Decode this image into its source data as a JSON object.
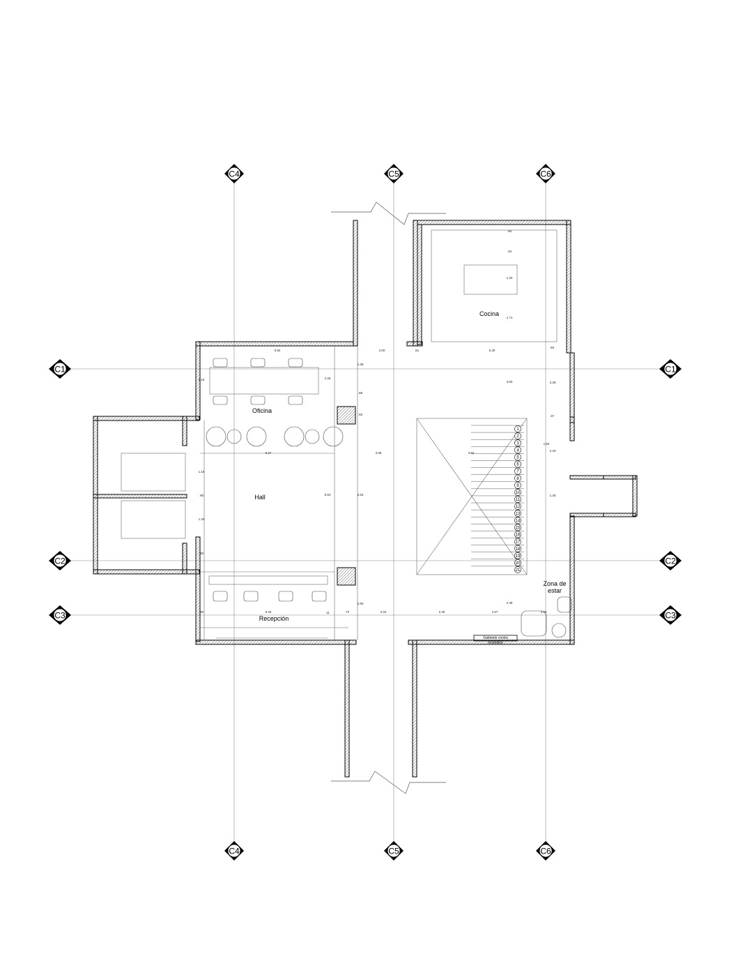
{
  "axes": {
    "vertical": [
      "C4",
      "C5",
      "C6"
    ],
    "horizontal": [
      "C1",
      "C2",
      "C3"
    ]
  },
  "rooms": {
    "cocina": "Cocina",
    "oficina": "Oficina",
    "hall": "Hall",
    "recepcion": "Recepción",
    "zona_estar_1": "Zona de",
    "zona_estar_2": "estar",
    "gabinete_1": "Gabinete contra",
    "gabinete_2": "incendios"
  },
  "dimensions": {
    "oficina_width": "5.92",
    "top_200": "2.00",
    "top_051": ".51",
    "top_530": "5.30",
    "top_060": ".60",
    "hall_527": "5.27",
    "hall_308": "3.08",
    "hall_362": "3.62",
    "right_184": "1.84",
    "right_219": "2.19",
    "right_125": "1.25",
    "right_229": "2.29",
    "right_037": ".37",
    "v_553a": "5.53",
    "v_553b": "5.53",
    "v_300": "3.00",
    "v_138": "1.38",
    "v_226": "2.26",
    "v_085": ".85",
    "v_060": ".60",
    "kit_060": ".60",
    "kit_092": ".92",
    "kit_120": "1.20",
    "kit_171": "1.71",
    "left_216": "2.16",
    "left_118": "1.18",
    "left_080": ".80",
    "left_125": "1.25",
    "left_030": ".30",
    "bot_526": "5.26",
    "bot_011": ".11",
    "bot_072": ".72",
    "bot_202": "2.02",
    "bot_240": "2.40",
    "bot_167": "1.67",
    "bot_204": "2.04",
    "bot_266": "2.66",
    "bot_238": "2.38",
    "bot_020": ".20"
  },
  "stair_steps": [
    "1",
    "2",
    "3",
    "4",
    "5",
    "6",
    "7",
    "8",
    "9",
    "10",
    "11",
    "12",
    "13",
    "14",
    "15",
    "16",
    "17",
    "18",
    "19",
    "20",
    "21"
  ],
  "colors": {
    "wall": "#000000",
    "hatch": "#555555",
    "thin_line": "#777777",
    "axis_line": "#888888"
  }
}
